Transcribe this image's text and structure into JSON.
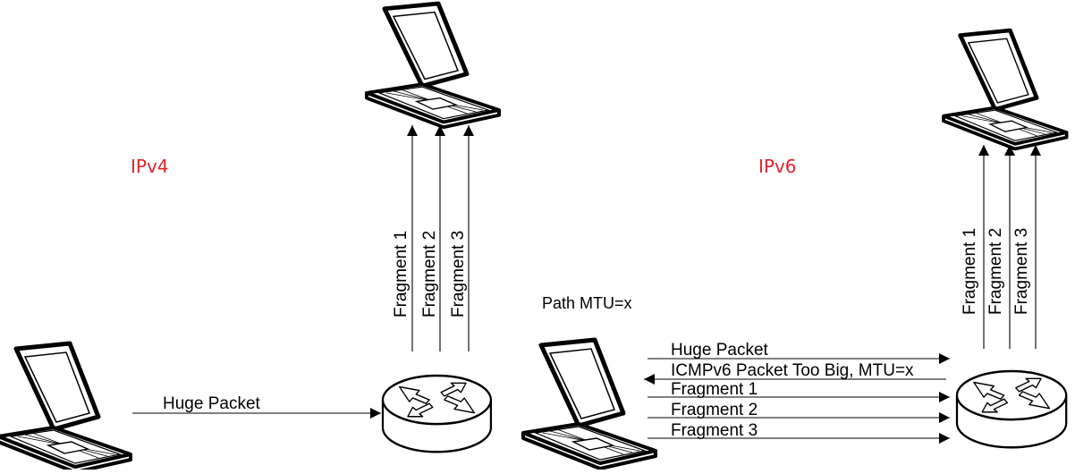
{
  "ipv4": {
    "title": "IPv4",
    "huge_packet": "Huge Packet",
    "fragments": [
      "Fragment 1",
      "Fragment 2",
      "Fragment 3"
    ]
  },
  "ipv6": {
    "title": "IPv6",
    "path_mtu": "Path MTU=x",
    "messages": [
      "Huge Packet",
      "ICMPv6 Packet Too Big, MTU=x",
      "Fragment 1",
      "Fragment 2",
      "Fragment 3"
    ],
    "fragments": [
      "Fragment 1",
      "Fragment 2",
      "Fragment 3"
    ]
  },
  "icons": {
    "host": "laptop-icon",
    "router": "router-icon"
  }
}
